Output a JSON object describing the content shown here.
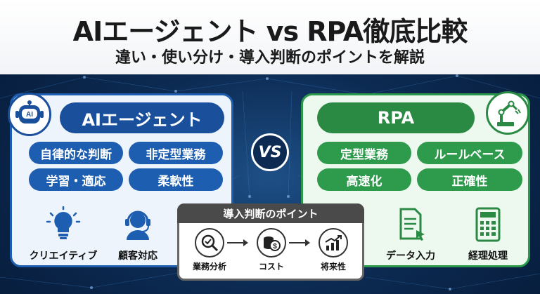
{
  "header": {
    "title": "AIエージェント vs RPA徹底比較",
    "subtitle": "違い・使い分け・導入判断のポイントを解説"
  },
  "vs_label": "VS",
  "ai_panel": {
    "title": "AIエージェント",
    "badge_icon": "robot-head-icon",
    "badge_text": "AI",
    "tags": [
      "自律的な判断",
      "非定型業務",
      "学習・適応",
      "柔軟性"
    ],
    "features": [
      {
        "icon": "lightbulb-icon",
        "label": "クリエイティブ"
      },
      {
        "icon": "headset-icon",
        "label": "顧客対応"
      }
    ]
  },
  "rpa_panel": {
    "title": "RPA",
    "badge_icon": "robot-arm-icon",
    "tags": [
      "定型業務",
      "ルールベース",
      "高速化",
      "正確性"
    ],
    "features": [
      {
        "icon": "document-entry-icon",
        "label": "データ入力"
      },
      {
        "icon": "calculator-icon",
        "label": "経理処理"
      }
    ]
  },
  "decision": {
    "title": "導入判断のポイント",
    "steps": [
      {
        "icon": "magnifier-analysis-icon",
        "label": "業務分析"
      },
      {
        "icon": "coins-icon",
        "label": "コスト"
      },
      {
        "icon": "growth-chart-icon",
        "label": "将来性"
      }
    ]
  },
  "colors": {
    "ai_blue": "#1a4f9c",
    "rpa_green": "#2a8a44",
    "background": "#0c2a52"
  }
}
